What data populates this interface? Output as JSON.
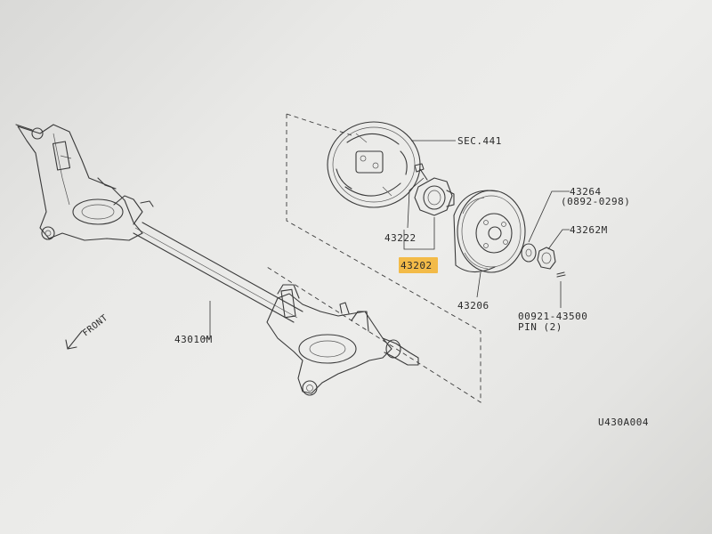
{
  "labels": {
    "sec441": "SEC.441",
    "p43264": "43264",
    "p43264_range": "(0892-0298)",
    "p43262m": "43262M",
    "p43222": "43222",
    "p43202": "43202",
    "p43206": "43206",
    "p00921": "00921-43500",
    "pin": "PIN (2)",
    "p43010m": "43010M",
    "front": "FRONT",
    "diagram_code": "U430A004"
  },
  "highlight_color": "#f3b12b"
}
